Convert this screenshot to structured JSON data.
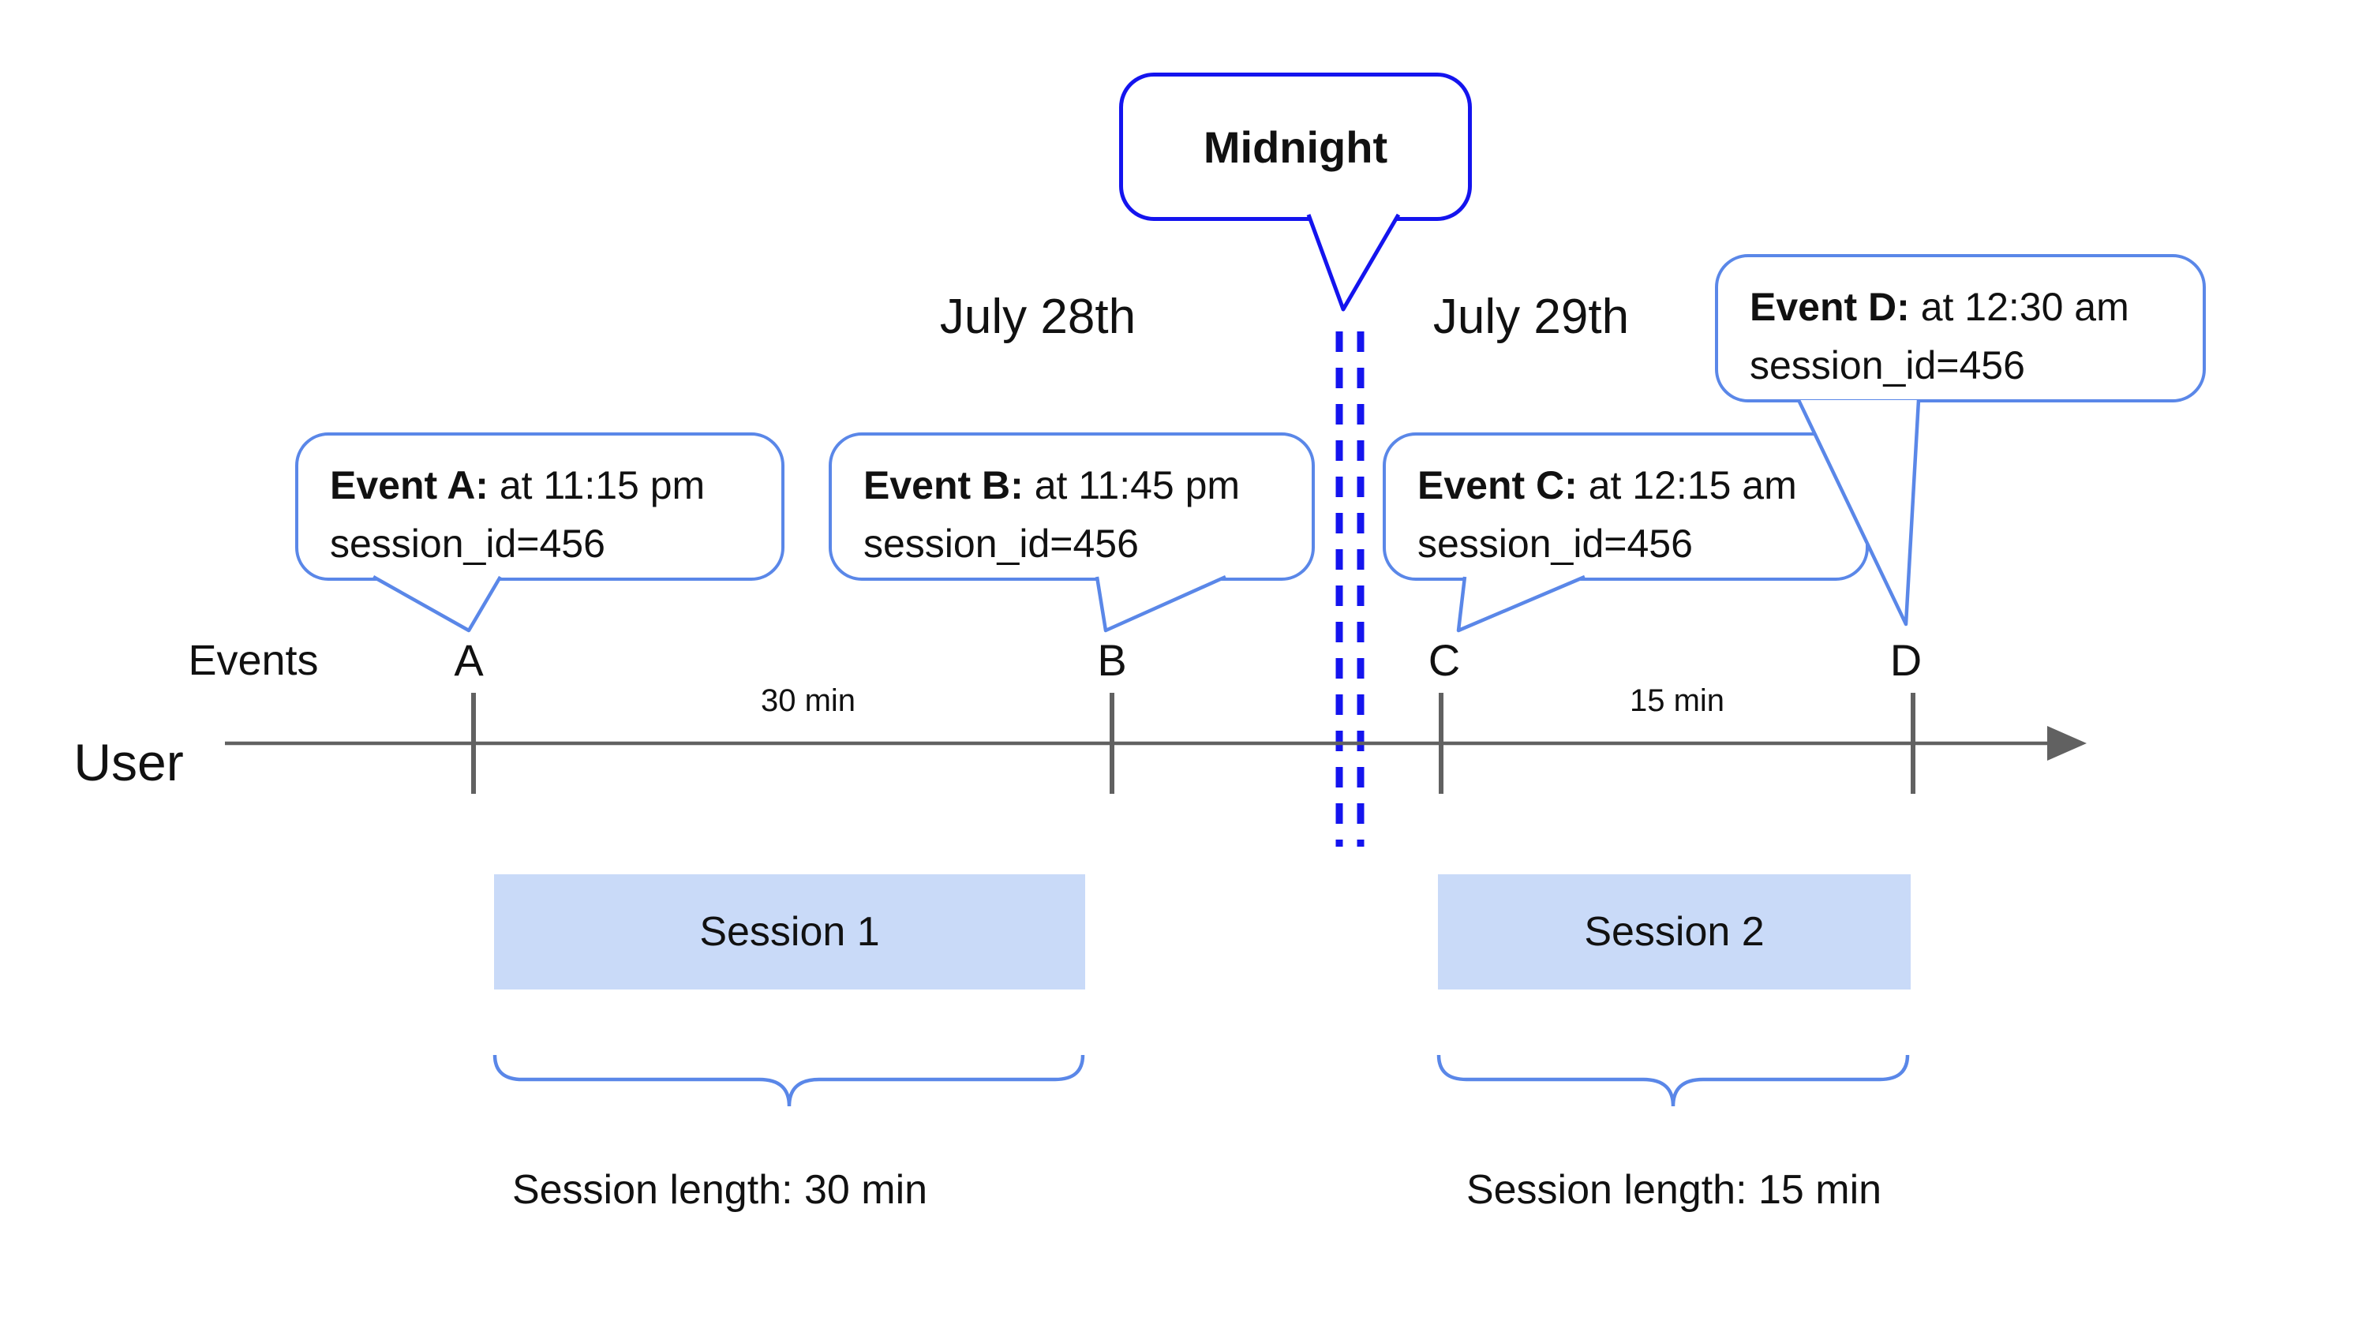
{
  "callouts": {
    "midnight": {
      "label": "Midnight"
    },
    "events": [
      {
        "id": "A",
        "prefix": "Event A:",
        "time": " at 11:15 pm",
        "session": "session_id=456"
      },
      {
        "id": "B",
        "prefix": "Event B:",
        "time": " at 11:45 pm",
        "session": "session_id=456"
      },
      {
        "id": "C",
        "prefix": "Event C:",
        "time": " at 12:15 am",
        "session": "session_id=456"
      },
      {
        "id": "D",
        "prefix": "Event D:",
        "time": " at 12:30 am",
        "session": "session_id=456"
      }
    ]
  },
  "dates": {
    "left": "July 28th",
    "right": "July 29th"
  },
  "timeline": {
    "events_label": "Events",
    "axis_label": "User",
    "ticks": [
      "A",
      "B",
      "C",
      "D"
    ],
    "intervals": [
      {
        "label": "30 min"
      },
      {
        "label": "15 min"
      }
    ]
  },
  "sessions": [
    {
      "label": "Session 1",
      "length_label": "Session length: 30 min"
    },
    {
      "label": "Session 2",
      "length_label": "Session length: 15 min"
    }
  ],
  "colors": {
    "midnight_blue": "#1414ee",
    "callout_blue": "#5a87e8",
    "session_fill": "#c9daf8",
    "axis_gray": "#616161"
  }
}
